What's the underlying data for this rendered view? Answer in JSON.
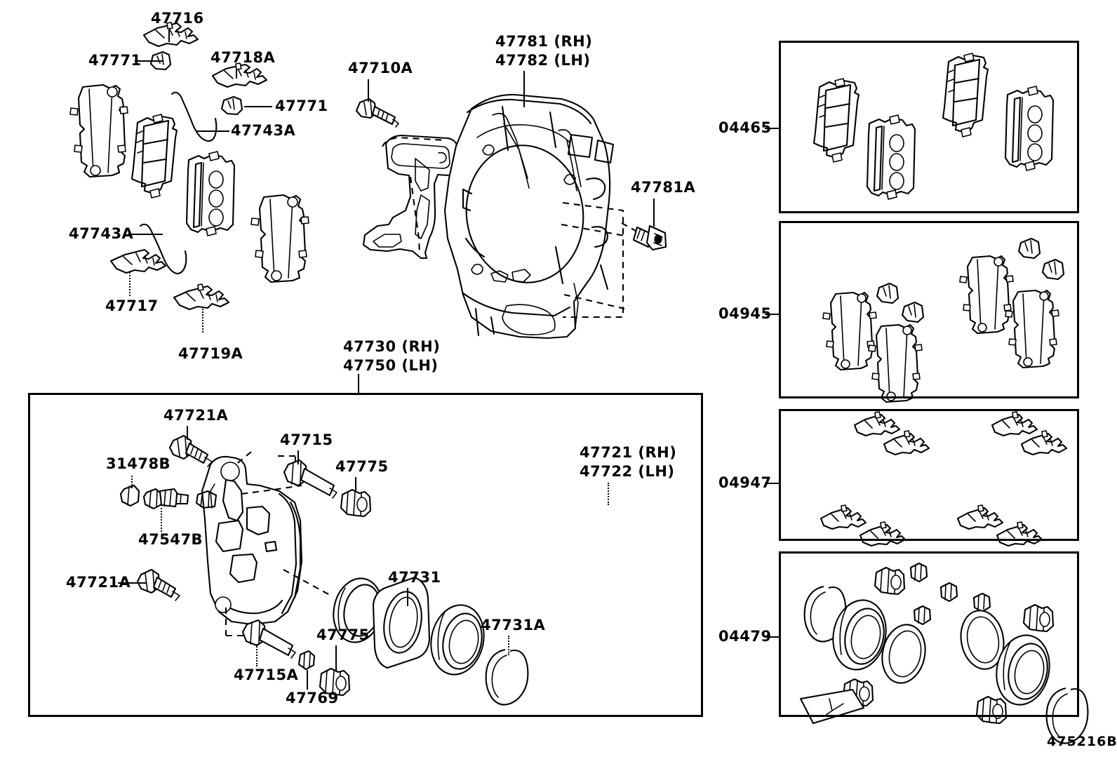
{
  "diagram": {
    "title": "Toyota front disc brake caliper exploded parts diagram",
    "figure_code": "475216B",
    "line_color": "#000000",
    "background_color": "#ffffff"
  },
  "labels": {
    "pad_shim_upper": "47716",
    "clip_upper_left": "47771",
    "pad_shim_lower": "47718A",
    "clip_right": "47771",
    "bolt_caliper_mount": "47710A",
    "dust_cover": "47781 (RH)\n47782 (LH)",
    "dust_cover_bolt": "47781A",
    "wire_upper": "47743A",
    "wire_lower": "47743A",
    "support_upper": "47717",
    "support_lower": "47719A",
    "caliper_assy": "47730 (RH)\n47750 (LH)",
    "bleeder_plug": "31478B",
    "bleeder_screw": "47547B",
    "bolt_upper": "47721A",
    "bolt_lower": "47721A",
    "slide_pin_upper": "47715",
    "slide_pin_lower": "47715A",
    "boot_upper": "47775",
    "boot_lower": "47775",
    "bushing": "47769",
    "piston": "47731",
    "piston_seal_ring": "47731A",
    "mounting_bracket": "47721 (RH)\n47722 (LH)"
  },
  "kit_panels": [
    {
      "id": "pad-kit",
      "code": "04465",
      "contents": "front disc brake pad kit, four pads"
    },
    {
      "id": "shim-kit",
      "code": "04945",
      "contents": "pad shim and support plate kit"
    },
    {
      "id": "fitting-kit",
      "code": "04947",
      "contents": "pad support plate / anti-rattle clip kit"
    },
    {
      "id": "caliper-seal-kit",
      "code": "04479",
      "contents": "caliper overhaul seal kit with boots, rings and grease packet"
    }
  ]
}
